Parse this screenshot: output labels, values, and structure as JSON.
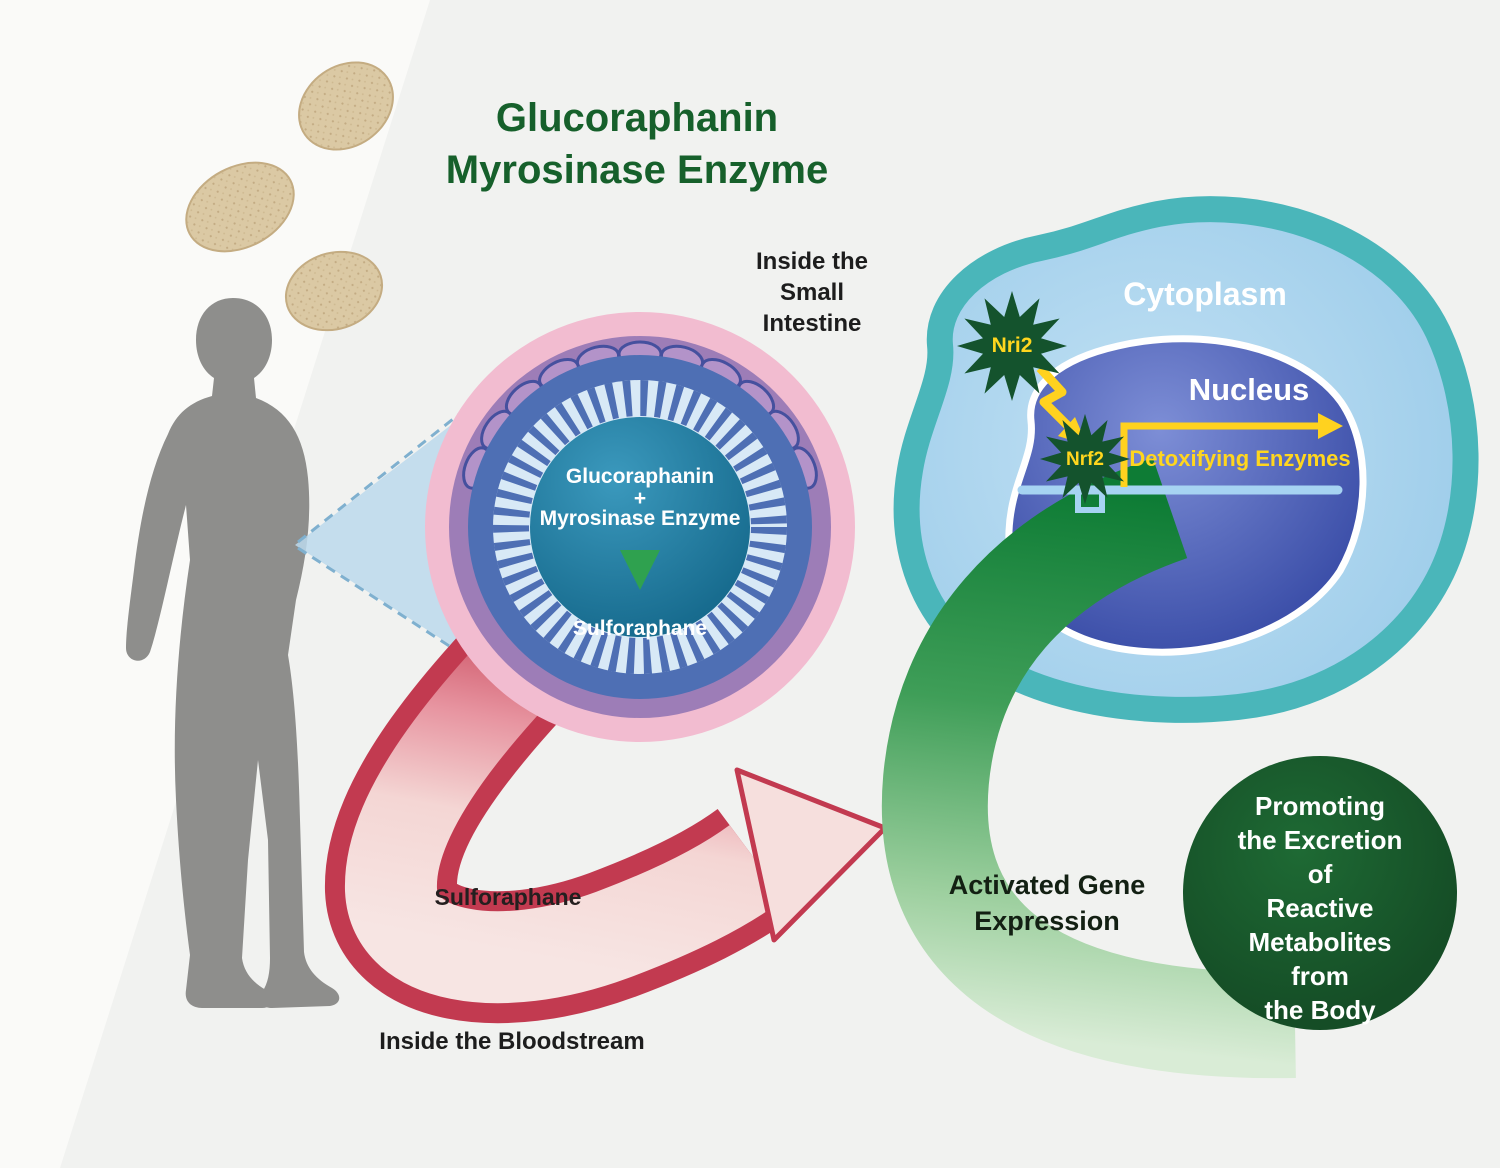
{
  "title": "Glucoraphanin\nMyrosinase Enzyme",
  "intestine": {
    "location_label": "Inside the\nSmall\nIntestine",
    "reactant": "Glucoraphanin",
    "plus": "+",
    "enzyme": "Myrosinase Enzyme",
    "product": "Sulforaphane"
  },
  "bloodstream": {
    "arrow_label": "Sulforaphane",
    "location_label": "Inside the Bloodstream"
  },
  "cell": {
    "cytoplasm_label": "Cytoplasm",
    "nucleus_label": "Nucleus",
    "nrf2_cytoplasm_label": "Nri2",
    "nrf2_nucleus_label": "Nrf2",
    "detoxifying_label": "Detoxifying Enzymes"
  },
  "gene_expression_label": "Activated Gene\nExpression",
  "outcome_label": "Promoting\nthe Excretion of\nReactive\nMetabolites\nfrom\nthe Body",
  "colors": {
    "title_green": "#16602b",
    "star_green": "#14532d",
    "accent_yellow": "#ffd61e",
    "arrow_red": "#c23a50",
    "arrow_green": "#0e7c35",
    "outcome_circle_green": "#1a5b2d",
    "cell_border_teal": "#4ab6ba",
    "nucleus_blue": "#3b4ea8",
    "intestine_pink": "#f2bcd0",
    "intestine_purple": "#9d7db7",
    "intestine_center_teal": "#1a6d90"
  }
}
